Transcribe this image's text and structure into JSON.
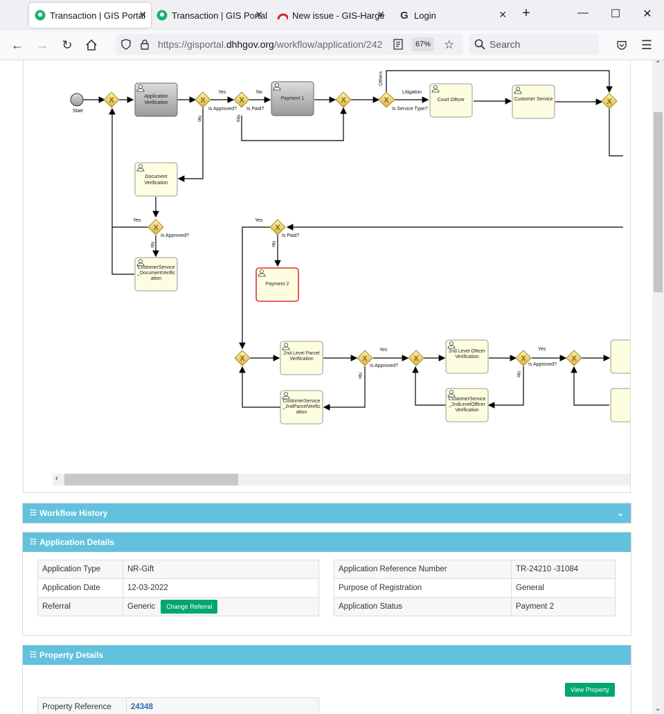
{
  "browser": {
    "tabs": [
      {
        "label": "Transaction | GIS Portal",
        "active": true
      },
      {
        "label": "Transaction | GIS Portal",
        "active": false
      },
      {
        "label": "New issue - GIS-Harge",
        "active": false
      },
      {
        "label": "Login",
        "active": false
      }
    ],
    "url_prefix": "https://gisportal.",
    "url_domain": "dhhgov.org",
    "url_path": "/workflow/application/242",
    "zoom": "67%",
    "search_placeholder": "Search"
  },
  "diagram": {
    "start_label": "Start",
    "tasks": {
      "app_verification": "Application Verification",
      "payment1": "Payment 1",
      "court_officer": "Court Officer",
      "customer_service": "Customer Service",
      "doc_verification": "Document Verification",
      "cs_doc_verification": "CustomerService_DocumentVerification",
      "payment2": "Payment 2",
      "parcel2": "2nd Level Parcel Verification",
      "cs_parcel2": "CustomerService_2ndParcelVerification",
      "officer2": "2nd Level Officer Verification",
      "cs_officer2": "CustomerService_2ndLevelOfficerVerification"
    },
    "labels": {
      "yes": "Yes",
      "no": "No",
      "is_approved": "Is Approved?",
      "is_paid": "Is Paid?",
      "is_service_type": "Is Service Type?",
      "litigation": "Litigation",
      "others": "Others"
    }
  },
  "workflow_history": {
    "title": "Workflow History"
  },
  "application_details": {
    "title": "Application Details",
    "left_rows": [
      {
        "label": "Application Type",
        "value": "NR-Gift"
      },
      {
        "label": "Application Date",
        "value": "12-03-2022"
      },
      {
        "label": "Referral",
        "value": "Generic"
      }
    ],
    "change_referral_label": "Change Referral",
    "right_rows": [
      {
        "label": "Application Reference Number",
        "value": "TR-24210 -31084"
      },
      {
        "label": "Purpose of Registration",
        "value": "General"
      },
      {
        "label": "Application Status",
        "value": "Payment 2"
      }
    ]
  },
  "property_details": {
    "title": "Property Details",
    "view_property_label": "View Property",
    "ref_label": "Property Reference",
    "ref_value": "24348"
  },
  "colors": {
    "panel_header": "#62c1dd",
    "green_button": "#00a86b",
    "active_task_border": "#e03030",
    "task_fill": "#fdfde0",
    "gateway_fill": "#f0d060"
  }
}
